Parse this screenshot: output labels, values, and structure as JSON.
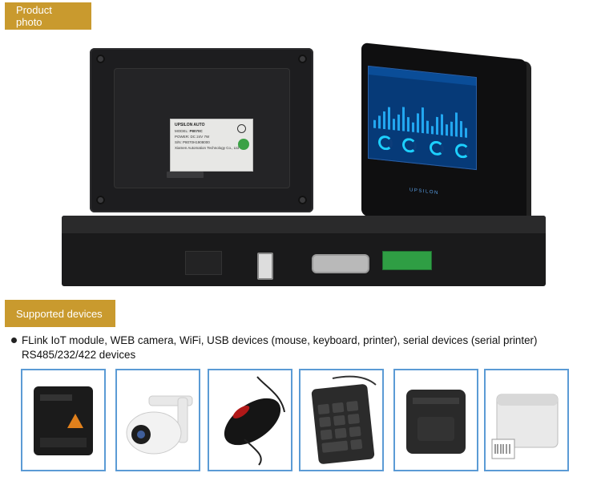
{
  "sections": {
    "product_photo_label": "Product photo",
    "supported_devices_label": "Supported devices"
  },
  "back_label": {
    "brand": "UPSILON AUTO",
    "model_key": "MODEL:",
    "model_value": "P8070C",
    "power_key": "POWER:",
    "power_value": "DC 24V  7W",
    "sn_key": "S/N:",
    "sn_value": "P8070H1908000",
    "maker": "Xiamen Automation Technology Co., Ltd"
  },
  "front_brand": "UPSILON",
  "supported_text": {
    "line1": "FLink IoT module,  WEB camera, WiFi, USB devices (mouse, keyboard, printer), serial devices (serial printer)",
    "line2": "RS485/232/422 devices"
  },
  "devices": [
    {
      "icon": "iot-module-icon"
    },
    {
      "icon": "web-camera-icon"
    },
    {
      "icon": "mouse-icon"
    },
    {
      "icon": "keypad-icon"
    },
    {
      "icon": "thermal-printer-icon"
    },
    {
      "icon": "label-printer-icon"
    }
  ],
  "colors": {
    "section_tag": "#c99a2e",
    "device_border": "#5b9bd5"
  }
}
